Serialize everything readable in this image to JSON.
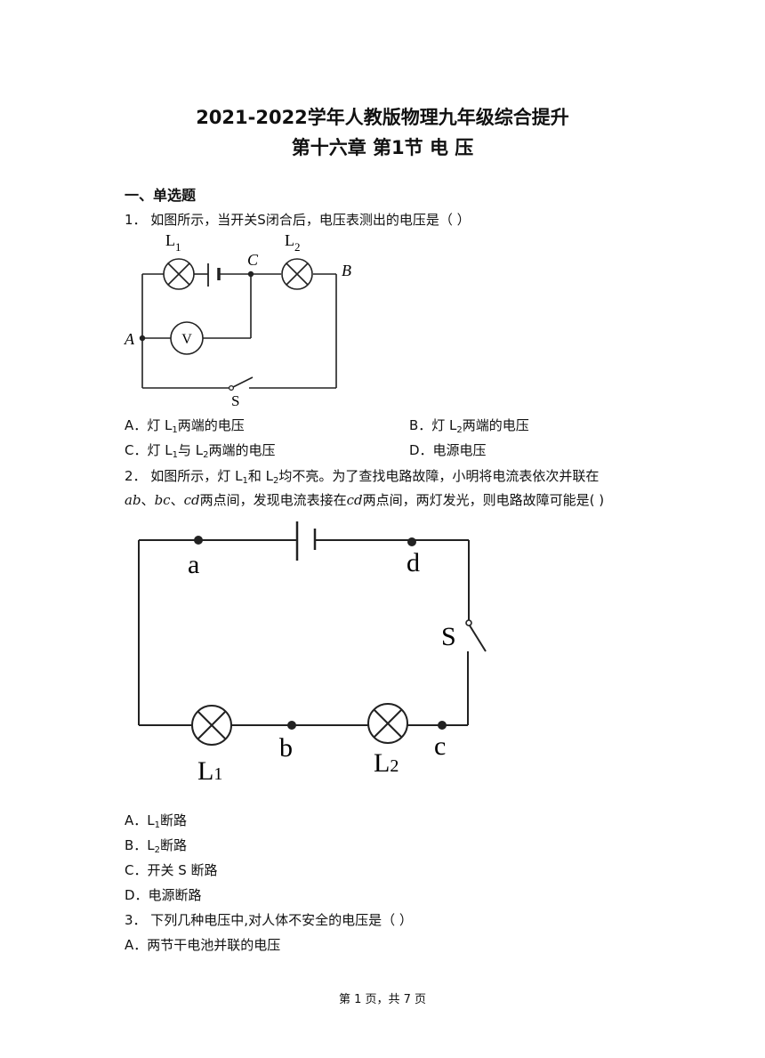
{
  "header": {
    "title_line1": "2021-2022学年人教版物理九年级综合提升",
    "title_line2": "第十六章 第1节 电 压"
  },
  "section1": {
    "heading": "一、单选题"
  },
  "q1": {
    "stem": "1．  如图所示，当开关S闭合后，电压表测出的电压是（          ）",
    "figure_labels": {
      "l1": "L",
      "l1_sub": "1",
      "l2": "L",
      "l2_sub": "2",
      "c": "C",
      "b": "B",
      "a": "A",
      "v": "V",
      "s": "S"
    },
    "options": {
      "a_pre": "A．灯 L",
      "a_sub": "1",
      "a_post": "两端的电压",
      "b_pre": "B．灯 L",
      "b_sub": "2",
      "b_post": "两端的电压",
      "c_pre": "C．灯 L",
      "c_sub": "1",
      "c_mid": "与 L",
      "c_sub2": "2",
      "c_post": "两端的电压",
      "d": "D．电源电压"
    }
  },
  "q2": {
    "stem_pre": "2．  如图所示，灯 L",
    "stem_sub1": "1",
    "stem_mid": "和 L",
    "stem_sub2": "2",
    "stem_post": "均不亮。为了查找电路故障，小明将电流表依次并联在",
    "line2_ab": "ab",
    "line2_sep1": "、",
    "line2_bc": "bc",
    "line2_sep2": "、",
    "line2_cd": "cd",
    "line2_mid": "两点间，发现电流表接在",
    "line2_cd2": "cd",
    "line2_post": "两点间，两灯发光，则电路故障可能是(          )",
    "figure_labels": {
      "a": "a",
      "b": "b",
      "c": "c",
      "d": "d",
      "s": "S",
      "l1": "L",
      "l1_sub": "1",
      "l2": "L",
      "l2_sub": "2"
    },
    "options": {
      "a_pre": "A．L",
      "a_sub": "1",
      "a_post": "断路",
      "b_pre": "B．L",
      "b_sub": "2",
      "b_post": "断路",
      "c": "C．开关 S 断路",
      "d": "D．电源断路"
    }
  },
  "q3": {
    "stem": "3．  下列几种电压中,对人体不安全的电压是（          ）",
    "option_a": "A．两节干电池并联的电压"
  },
  "footer": {
    "page": "第 1 页，共 7 页"
  }
}
